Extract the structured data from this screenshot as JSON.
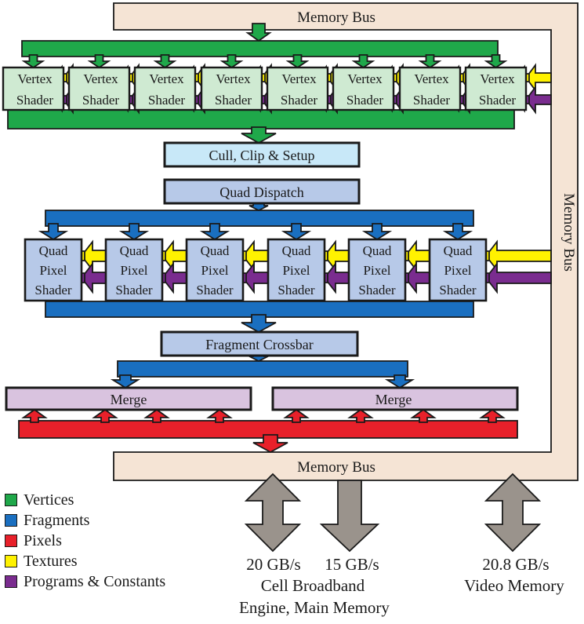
{
  "labels": {
    "memory_bus_top": "Memory Bus",
    "memory_bus_right": "Memory Bus",
    "memory_bus_bottom": "Memory Bus",
    "cull_clip_setup": "Cull, Clip & Setup",
    "quad_dispatch": "Quad Dispatch",
    "fragment_crossbar": "Fragment Crossbar",
    "merge": "Merge",
    "vertex_line1": "Vertex",
    "vertex_line2": "Shader",
    "quad_line1": "Quad",
    "quad_line2": "Pixel",
    "quad_line3": "Shader"
  },
  "memory": {
    "cell_rate_in": "20 GB/s",
    "cell_rate_out": "15 GB/s",
    "cell_line1": "Cell Broadband",
    "cell_line2": "Engine, Main Memory",
    "video_rate": "20.8 GB/s",
    "video_label": "Video Memory"
  },
  "legend": [
    {
      "label": "Vertices",
      "color": "#1fa84a"
    },
    {
      "label": "Fragments",
      "color": "#1a6fc0"
    },
    {
      "label": "Pixels",
      "color": "#e8202a"
    },
    {
      "label": "Textures",
      "color": "#fff200"
    },
    {
      "label": "Programs & Constants",
      "color": "#7a2c8f"
    }
  ],
  "colors": {
    "bus": "#f5e4d5",
    "vertex_box": "#cfead2",
    "cull_box": "#c8e8f8",
    "blue_box": "#b7c9e8",
    "merge_box": "#d9c3df",
    "memory_arrow": "#9a938c"
  }
}
